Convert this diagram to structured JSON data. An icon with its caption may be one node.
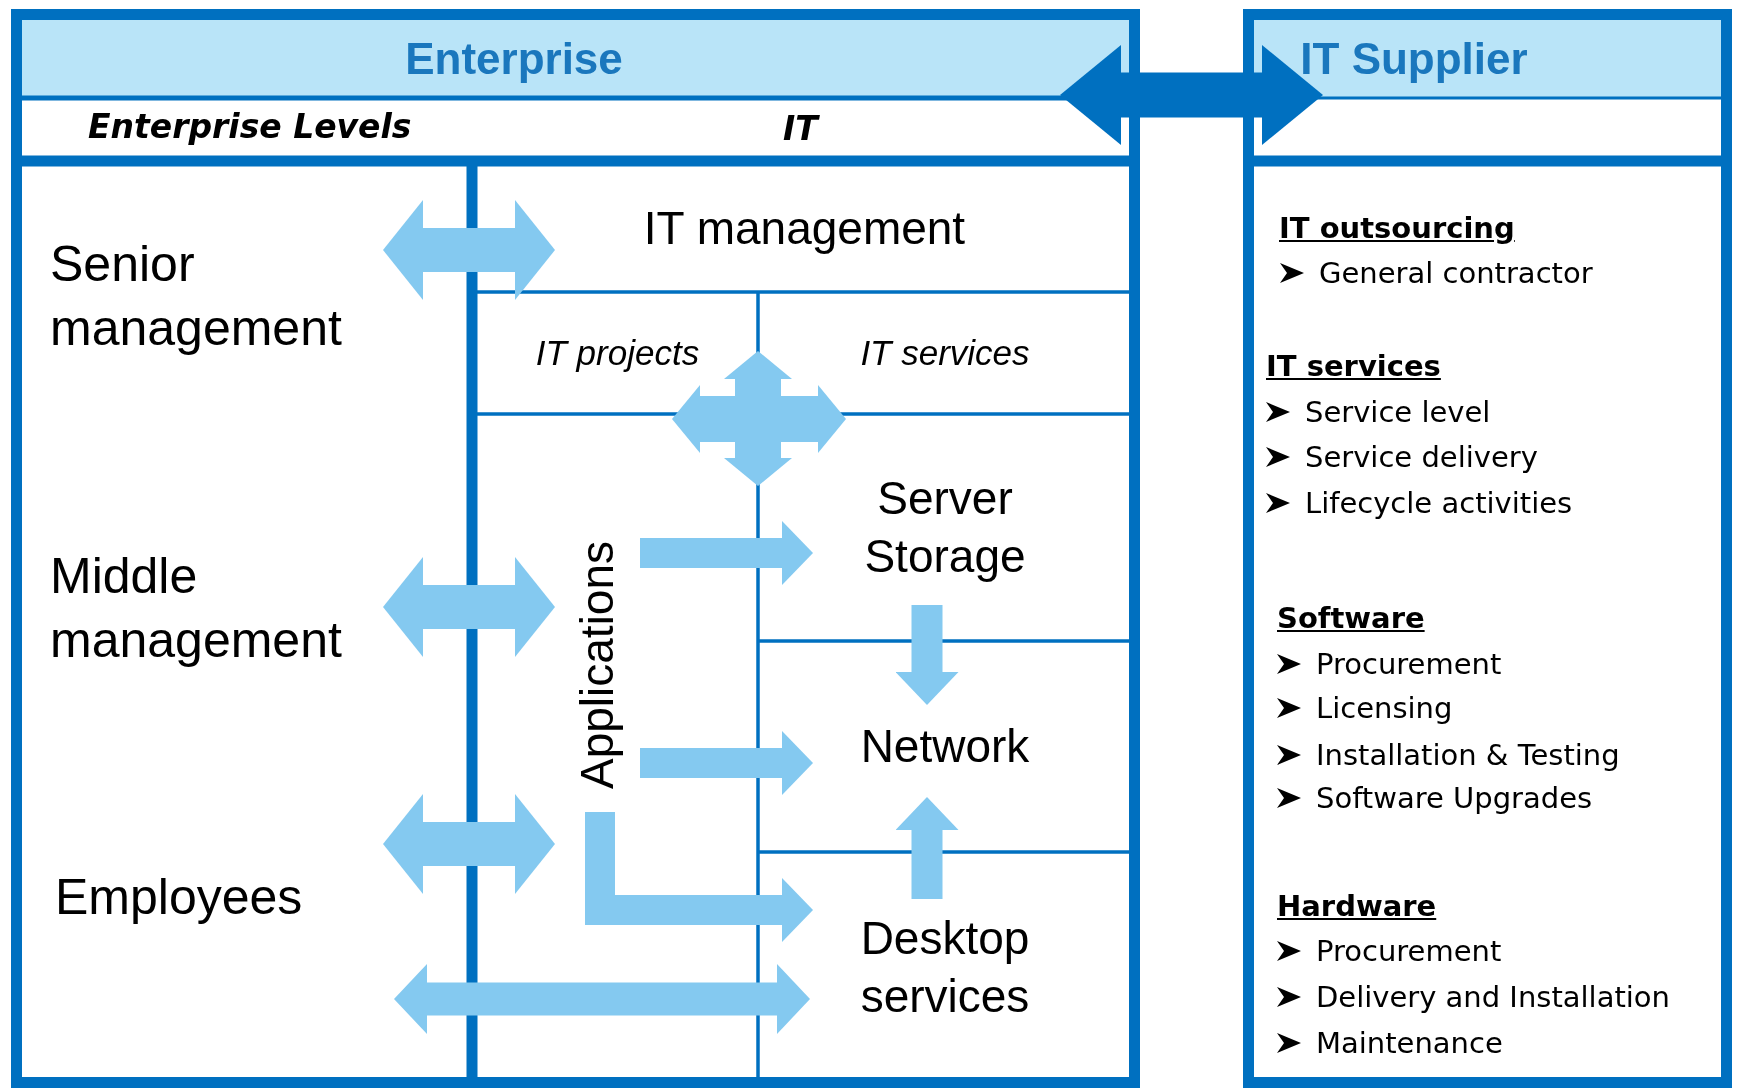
{
  "diagram": {
    "nodes": [
      {
        "text": [
          "Enterprise"
        ]
      },
      {
        "text": [
          "IT Supplier"
        ]
      },
      {
        "text": [
          "Senior management"
        ],
        "in": 0
      },
      {
        "text": [
          "Middle management"
        ],
        "in": 0
      },
      {
        "text": [
          "Employees"
        ],
        "in": 0
      },
      {
        "text": [
          "IT management"
        ],
        "in": 0
      },
      {
        "text": [
          "IT projects"
        ],
        "in": 0
      },
      {
        "text": [
          "IT services"
        ],
        "in": 0
      },
      {
        "text": [
          "Applications"
        ],
        "in": 0
      },
      {
        "text": [
          "Server Storage"
        ],
        "in": 0
      },
      {
        "text": [
          "Network"
        ],
        "in": 0
      },
      {
        "text": [
          "Desktop services"
        ],
        "in": 0
      }
    ],
    "edges": [
      {
        "from": 0,
        "to": 1,
        "arrow": "both",
        "color": "#0070c0"
      },
      {
        "from": 2,
        "to": 5,
        "arrow": "both"
      },
      {
        "from": 3,
        "to": 8,
        "arrow": "both"
      },
      {
        "from": 4,
        "to": 8,
        "arrow": "both"
      },
      {
        "from": 4,
        "to": 11,
        "arrow": "both"
      },
      {
        "from": 6,
        "to": 7,
        "arrow": "both"
      },
      {
        "from": 7,
        "to": 9,
        "arrow": "both"
      },
      {
        "from": 8,
        "to": 9,
        "arrow": "to"
      },
      {
        "from": 8,
        "to": 10,
        "arrow": "to"
      },
      {
        "from": 8,
        "to": 11,
        "arrow": "to"
      },
      {
        "from": 9,
        "to": 10,
        "arrow": "to"
      },
      {
        "from": 11,
        "to": 10,
        "arrow": "to"
      }
    ],
    "labels": [
      "Enterprise Levels",
      "IT",
      "IT outsourcing",
      "General contractor",
      "IT services",
      "Service level",
      "Service delivery",
      "Lifecycle activities",
      "Software",
      "Procurement",
      "Licensing",
      "Installation & Testing",
      "Software Upgrades",
      "Hardware",
      "Procurement",
      "Delivery and Installation",
      "Maintenance"
    ]
  }
}
